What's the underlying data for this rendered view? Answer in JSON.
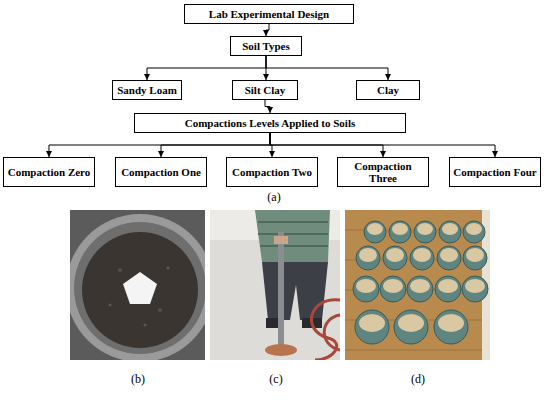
{
  "diagram": {
    "nodes": [
      {
        "text": [
          "Lab Experimental Design"
        ]
      },
      {
        "text": [
          "Soil Types"
        ]
      },
      {
        "text": [
          "Sandy Loam"
        ]
      },
      {
        "text": [
          "Silt Clay"
        ]
      },
      {
        "text": [
          "Clay"
        ]
      },
      {
        "text": [
          "Compactions Levels Applied to Soils"
        ]
      },
      {
        "text": [
          "Compaction Zero"
        ]
      },
      {
        "text": [
          "Compaction One"
        ]
      },
      {
        "text": [
          "Compaction Two"
        ]
      },
      {
        "text": [
          "Compaction Three"
        ]
      },
      {
        "text": [
          "Compaction Four"
        ]
      }
    ],
    "edges": [
      {
        "from": 0,
        "to": 1,
        "arrow": "to"
      },
      {
        "from": 1,
        "to": 2,
        "arrow": "to"
      },
      {
        "from": 1,
        "to": 3,
        "arrow": "to"
      },
      {
        "from": 1,
        "to": 4,
        "arrow": "to"
      },
      {
        "from": 3,
        "to": 5,
        "arrow": "to"
      },
      {
        "from": 5,
        "to": 6,
        "arrow": "to"
      },
      {
        "from": 5,
        "to": 7,
        "arrow": "to"
      },
      {
        "from": 5,
        "to": 8,
        "arrow": "to"
      },
      {
        "from": 5,
        "to": 9,
        "arrow": "to"
      },
      {
        "from": 5,
        "to": 10,
        "arrow": "to"
      }
    ],
    "labels": [
      "(a)",
      "(b)",
      "(c)",
      "(d)"
    ]
  }
}
